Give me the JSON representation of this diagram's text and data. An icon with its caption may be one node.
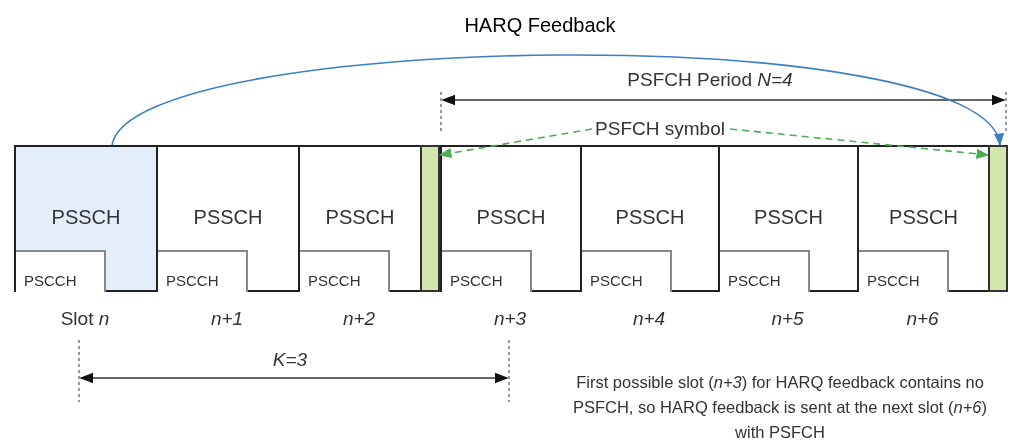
{
  "diagram": {
    "nodes": [
      {
        "text": [
          "PSFCH symbol"
        ]
      },
      {
        "text": [
          "PSSCH"
        ],
        "beside": [
          "Slot *n*"
        ]
      },
      {
        "text": [
          "PSCCH"
        ],
        "in": 1
      },
      {
        "text": [
          "PSSCH"
        ],
        "beside": [
          "n+1"
        ]
      },
      {
        "text": [
          "PSCCH"
        ],
        "in": 3
      },
      {
        "text": [
          "PSSCH"
        ],
        "beside": [
          "n+2"
        ]
      },
      {
        "text": [
          "PSCCH"
        ],
        "in": 5
      },
      {
        "text": [],
        "shape": "bar"
      },
      {
        "text": [
          "PSSCH"
        ],
        "beside": [
          "n+3"
        ]
      },
      {
        "text": [
          "PSCCH"
        ],
        "in": 8
      },
      {
        "text": [
          "PSSCH"
        ],
        "beside": [
          "n+4"
        ]
      },
      {
        "text": [
          "PSCCH"
        ],
        "in": 10
      },
      {
        "text": [
          "PSSCH"
        ],
        "beside": [
          "n+5"
        ]
      },
      {
        "text": [
          "PSCCH"
        ],
        "in": 12
      },
      {
        "text": [
          "PSSCH"
        ],
        "beside": [
          "n+6"
        ]
      },
      {
        "text": [
          "PSCCH"
        ],
        "in": 14
      },
      {
        "text": [],
        "shape": "bar"
      }
    ],
    "edges": [
      {
        "from": 0,
        "to": 7,
        "arrow": "to",
        "style": "dashed",
        "color": "#4caf50"
      },
      {
        "from": 0,
        "to": 16,
        "arrow": "to",
        "style": "dashed",
        "color": "#4caf50"
      },
      {
        "from": 1,
        "to": 16,
        "arrow": "to",
        "label": "HARQ Feedback",
        "color": "#3b7fc4"
      }
    ],
    "labels": [
      "PSFCH Period *N=4*",
      "K=3",
      "First possible slot (*n+3*) for HARQ feedback contains no PSFCH, so HARQ feedback is sent at the next slot (*n+6*) with PSFCH"
    ]
  }
}
